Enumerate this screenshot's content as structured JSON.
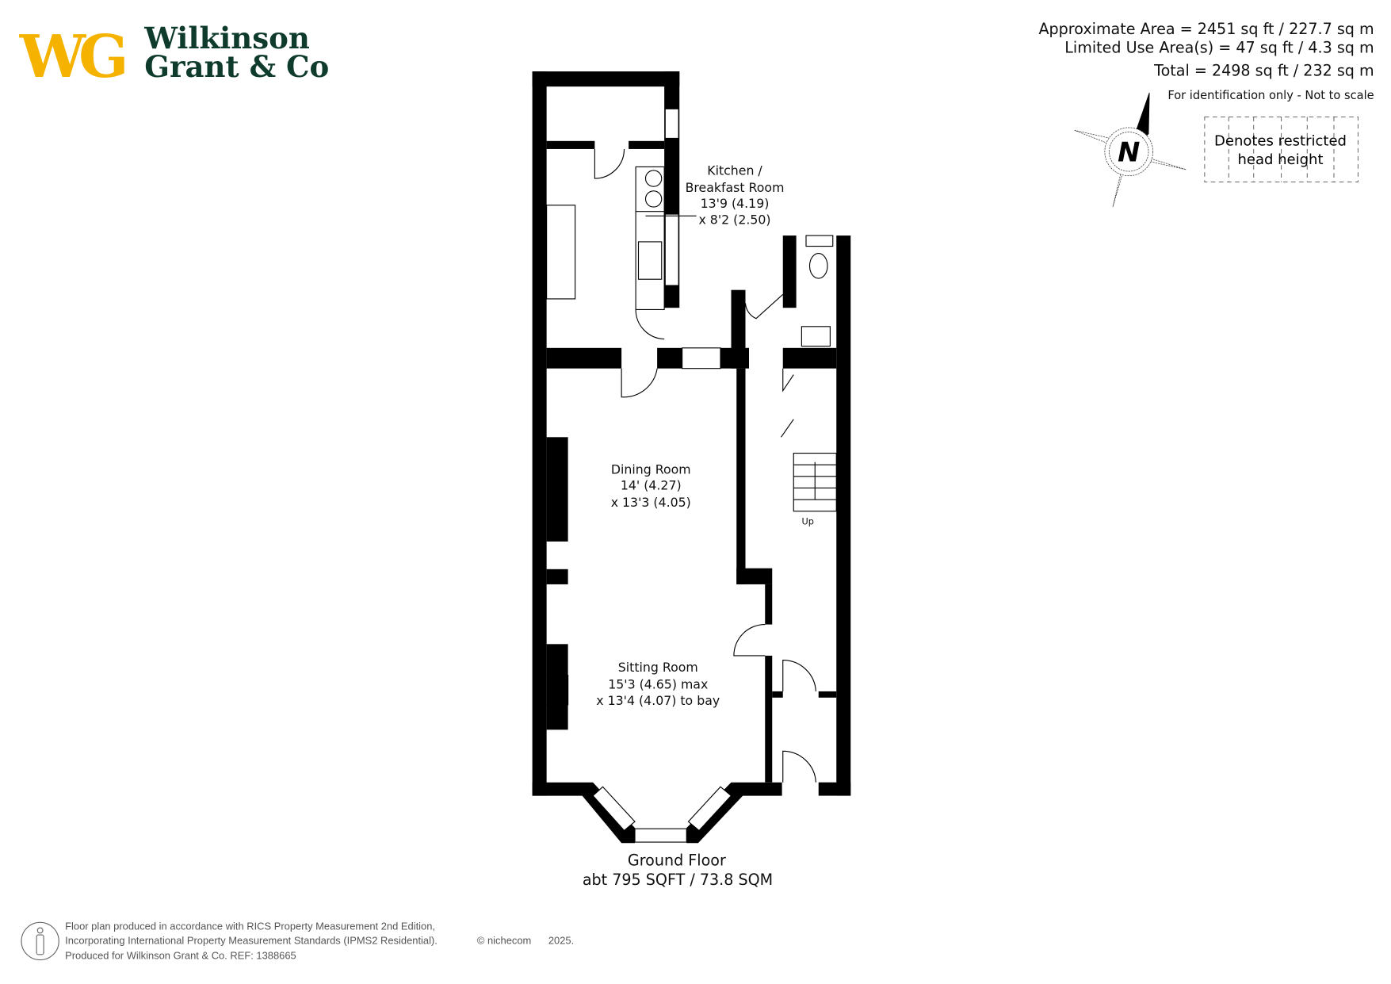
{
  "logo": {
    "mark": "WG",
    "line1": "Wilkinson",
    "line2": "Grant & Co",
    "mark_color": "#F5B300",
    "text_color": "#0E3B2B"
  },
  "areas": {
    "approx": "Approximate Area = 2451 sq ft / 227.7 sq m",
    "limited": "Limited Use Area(s) = 47 sq ft / 4.3 sq m",
    "total": "Total = 2498 sq ft / 232 sq m",
    "disclaimer": "For identification only - Not to scale"
  },
  "compass": {
    "letter": "N"
  },
  "legend": {
    "line1": "Denotes restricted",
    "line2": "head height"
  },
  "rooms": {
    "kitchen": {
      "name1": "Kitchen /",
      "name2": "Breakfast Room",
      "dim1": "13'9 (4.19)",
      "dim2": "x 8'2 (2.50)"
    },
    "dining": {
      "name": "Dining Room",
      "dim1": "14' (4.27)",
      "dim2": "x 13'3 (4.05)"
    },
    "sitting": {
      "name": "Sitting Room",
      "dim1": "15'3 (4.65) max",
      "dim2": "x 13'4 (4.07) to bay"
    },
    "stairs_label": "Up"
  },
  "floor": {
    "name": "Ground Floor",
    "area": "abt 795 SQFT / 73.8 SQM"
  },
  "footer": {
    "line1": "Floor plan produced in accordance with RICS Property Measurement 2nd Edition,",
    "line2": "Incorporating International Property Measurement Standards (IPMS2 Residential).",
    "copyright": "© nichecom",
    "year": "2025.",
    "line3": "Produced for Wilkinson Grant & Co.   REF:  1388665"
  }
}
